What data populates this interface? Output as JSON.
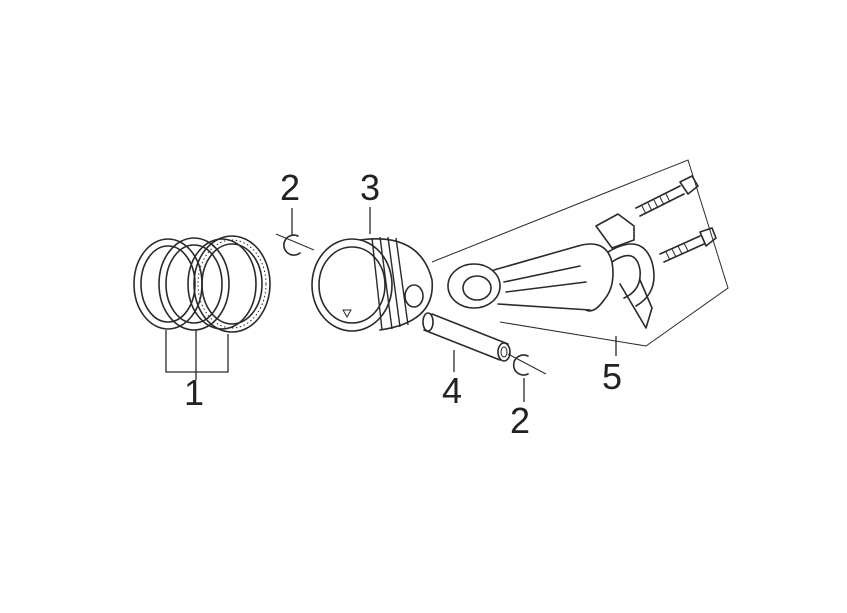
{
  "callouts": {
    "piston_rings": "1",
    "clip_upper": "2",
    "clip_lower": "2",
    "piston": "3",
    "piston_pin": "4",
    "connecting_rod": "5"
  },
  "colors": {
    "line": "#2a2a2a",
    "background": "#ffffff"
  },
  "icons": {
    "marker": "triangle-mark-icon"
  }
}
